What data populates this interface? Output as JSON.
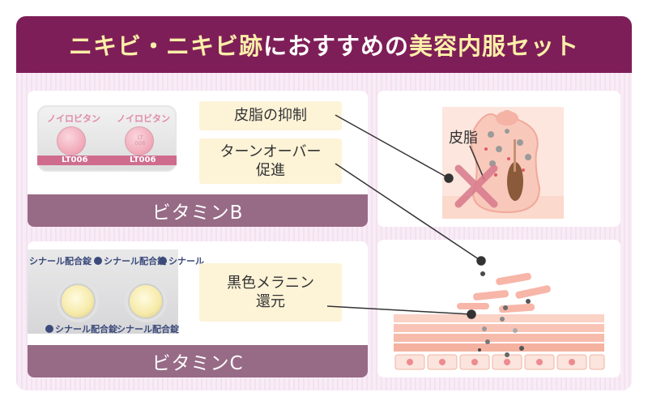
{
  "header": {
    "title_part1": "ニキビ・ニキビ跡",
    "title_part2": "におすすめの",
    "title_part3": "美容内服セット"
  },
  "panel_b": {
    "blister_names": [
      "ノイロビタン",
      "ノイロビタン"
    ],
    "pill_print": "LT\n006",
    "blister_codes": [
      "LT006",
      "LT006"
    ],
    "tags": [
      {
        "line1": "皮脂の抑制",
        "line2": ""
      },
      {
        "line1": "ターンオーバー",
        "line2": "促進"
      }
    ],
    "label": "ビタミンB"
  },
  "panel_c": {
    "strip_top": [
      "シナール配合錠",
      "シナール配合錠",
      "シナール"
    ],
    "strip_bottom": [
      "シナール配合錠",
      "シナール配合錠"
    ],
    "tags": [
      {
        "line1": "黒色メラニン",
        "line2": "還元"
      }
    ],
    "label": "ビタミンC"
  },
  "skin_diagram": {
    "sebum_label": "皮脂"
  },
  "colors": {
    "header_bg": "#7e1e58",
    "header_highlight": "#fcefa8",
    "label_bar": "#976a86",
    "tag_bg": "#fdf3d7",
    "skin_pink": "#f7b6a8"
  }
}
